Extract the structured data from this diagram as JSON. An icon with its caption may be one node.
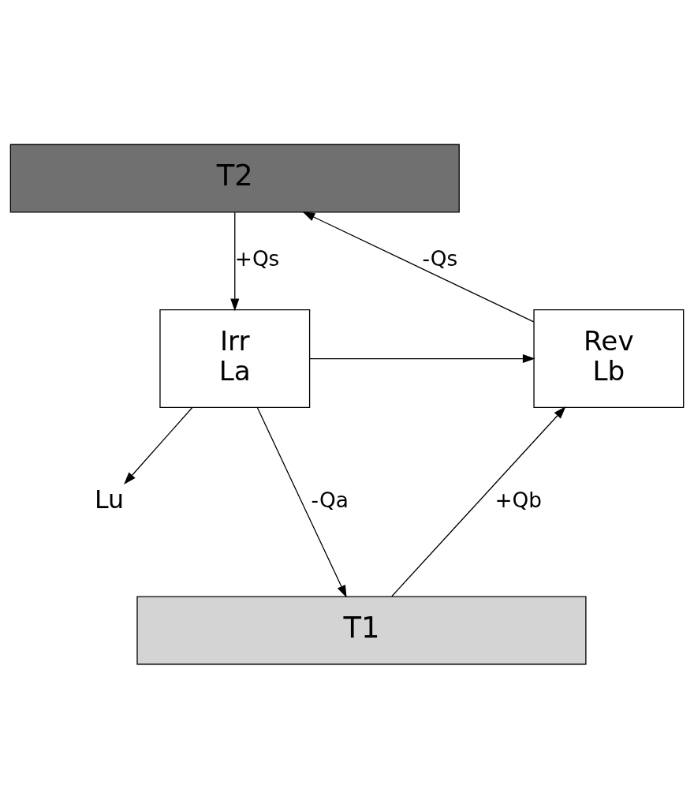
{
  "diagram": {
    "nodes": [
      {
        "text": [
          "T2"
        ]
      },
      {
        "text": [
          "Irr",
          "La"
        ]
      },
      {
        "text": [
          "Rev",
          "Lb"
        ]
      },
      {
        "text": [
          "Lu"
        ]
      },
      {
        "text": [
          "T1"
        ]
      }
    ],
    "edges": [
      {
        "from": 0,
        "to": 1,
        "arrow": "to",
        "label": "+Qs"
      },
      {
        "from": 2,
        "to": 0,
        "arrow": "to",
        "label": "-Qs"
      },
      {
        "from": 1,
        "to": 2,
        "arrow": "to"
      },
      {
        "from": 1,
        "to": 3,
        "arrow": "to"
      },
      {
        "from": 1,
        "to": 4,
        "arrow": "to",
        "label": "-Qa"
      },
      {
        "from": 4,
        "to": 2,
        "arrow": "to",
        "label": "+Qb"
      }
    ]
  }
}
